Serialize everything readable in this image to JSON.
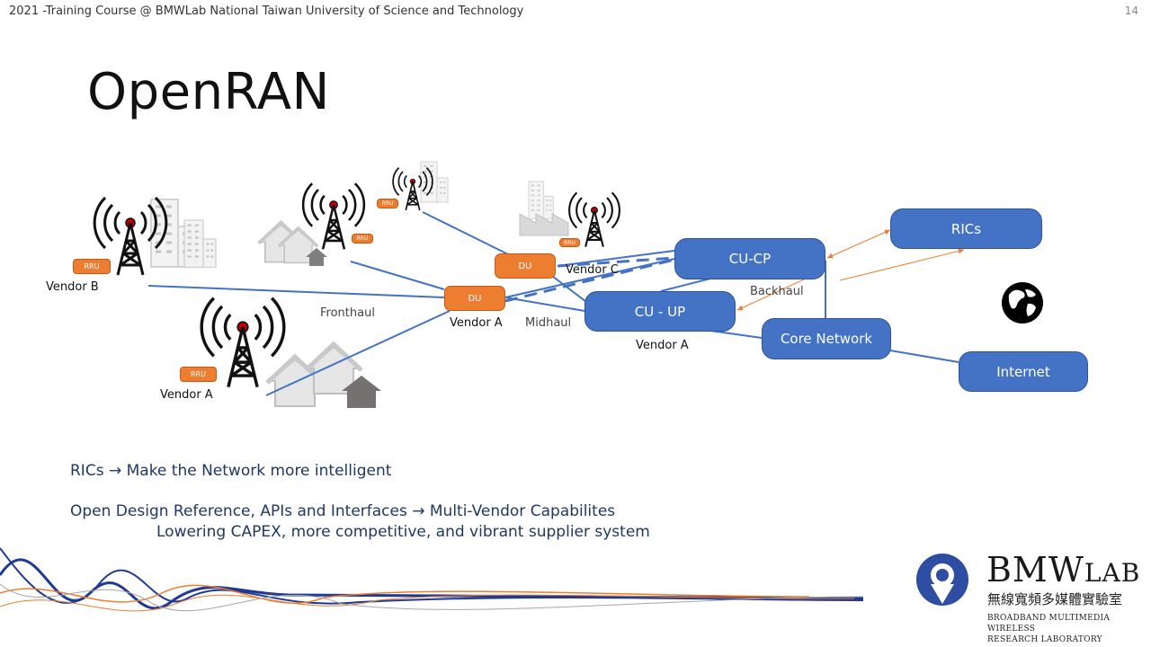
{
  "header": {
    "course": "2021 -Training Course @ BMWLab National Taiwan University of Science and Technology",
    "slide_number": "14"
  },
  "title": "OpenRAN",
  "diagram": {
    "nodes": {
      "rics": "RICs",
      "cu_cp": "CU-CP",
      "cu_up": "CU - UP",
      "core_network": "Core Network",
      "internet": "Internet",
      "du_main": "DU",
      "du_c": "DU"
    },
    "rru_label": "RRU",
    "vendor_labels": {
      "vendor_b": "Vendor B",
      "vendor_a_site": "Vendor A",
      "vendor_a_du": "Vendor A",
      "vendor_c": "Vendor C",
      "vendor_a_cu": "Vendor A"
    },
    "link_labels": {
      "fronthaul": "Fronthaul",
      "midhaul": "Midhaul",
      "backhaul": "Backhaul"
    },
    "colors": {
      "node_fill": "#4472c4",
      "du_fill": "#ed7d31",
      "link": "#4472c4",
      "rics_link": "#ed7d31"
    }
  },
  "bullets": {
    "line1": "RICs → Make the Network more intelligent",
    "line2": "Open Design Reference, APIs and Interfaces → Multi-Vendor Capabilites",
    "line3": "Lowering CAPEX, more competitive, and vibrant supplier system"
  },
  "logo": {
    "name_big": "BMW",
    "name_small": "LAB",
    "cjk": "無線寬頻多媒體實驗室",
    "sub1": "BROADBAND MULTIMEDIA WIRELESS",
    "sub2": "RESEARCH LABORATORY"
  }
}
